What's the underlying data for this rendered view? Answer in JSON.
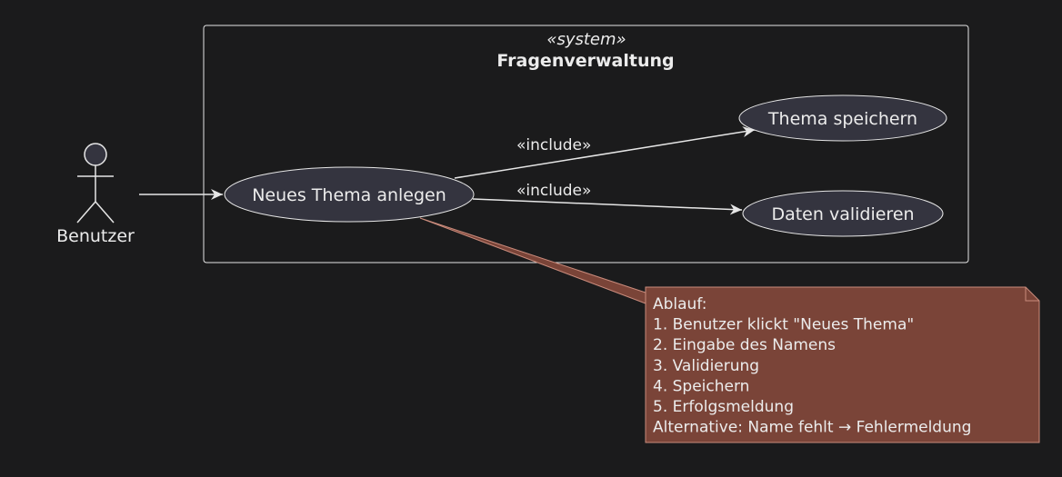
{
  "system": {
    "stereotype": "«system»",
    "title": "Fragenverwaltung"
  },
  "actor": {
    "name": "Benutzer"
  },
  "use_cases": {
    "main": "Neues Thema anlegen",
    "save": "Thema speichern",
    "validate": "Daten validieren"
  },
  "relations": {
    "include_save": "«include»",
    "include_validate": "«include»"
  },
  "note": {
    "lines": [
      "Ablauf:",
      "1. Benutzer klickt \"Neues Thema\"",
      "2. Eingabe des Namens",
      "3. Validierung",
      "4. Speichern",
      "5. Erfolgsmeldung",
      "Alternative: Name fehlt → Fehlermeldung"
    ]
  },
  "colors": {
    "background": "#1b1b1c",
    "usecase_fill": "#34343f",
    "note_fill": "#7a4438",
    "line": "#e6e6e6"
  }
}
